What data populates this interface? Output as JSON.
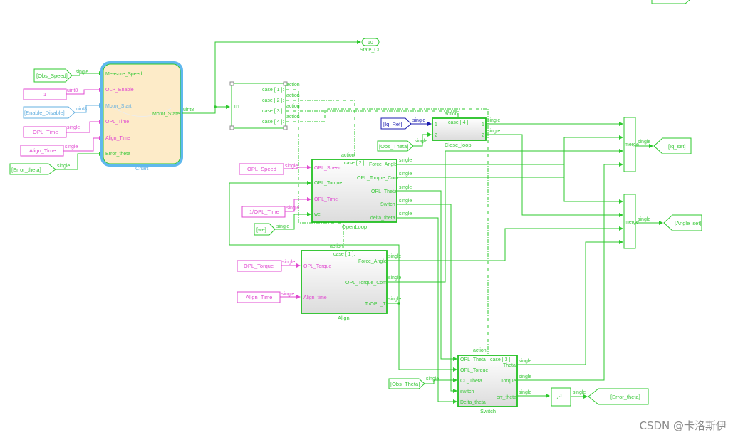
{
  "colors": {
    "signal_green": "#2dc82d",
    "constant_pink": "#e04ad0",
    "goto_blue": "#66b0e0",
    "ref_navy": "#1d1db0",
    "chart_fill": "#fdebc8",
    "chart_border": "#5fb8ee"
  },
  "chart_block": {
    "name": "Chart",
    "inputs": [
      "Measure_Speed",
      "OLP_Enable",
      "Motor_Start",
      "OPL_Time",
      "Align_Time",
      "Error_theta"
    ],
    "output": "Motor_State",
    "output_type": "uint8"
  },
  "chart_sources": [
    {
      "label": "[Obs_Speed]",
      "type": "single"
    },
    {
      "label": "1",
      "type": "uint8"
    },
    {
      "label": "[Enable_Disable]",
      "type": "uint8"
    },
    {
      "label": "OPL_Time",
      "type": "single"
    },
    {
      "label": "Align_Time",
      "type": "single"
    },
    {
      "label": "[Error_theta]",
      "type": "single"
    }
  ],
  "state_out": {
    "value": "10",
    "name": "State_CL"
  },
  "switch_case": {
    "input": "u1",
    "cases": [
      "case [ 1 ]:",
      "case [ 2 ]:",
      "case [ 3 ]:",
      "case [ 4 ]:"
    ],
    "action_label": "action"
  },
  "close_loop": {
    "name": "Close_loop",
    "case": "case [ 4 ]:",
    "in_ports": [
      "1",
      "2"
    ],
    "out_ports": [
      "1",
      "2"
    ],
    "sources": [
      {
        "label": "[Iq_Ref]",
        "type": "single"
      },
      {
        "label": "[Obs_Theta]",
        "type": "single"
      }
    ]
  },
  "open_loop": {
    "name": "OpenLoop",
    "case": "case [ 2 ]:",
    "inputs": [
      "OPL_Speed",
      "OPL_Torque",
      "OPL_Time",
      "we"
    ],
    "outputs": [
      "Force_Angle",
      "OPL_Torque_Com",
      "OPL_Theta",
      "Switch",
      "delta_theta"
    ],
    "sources": [
      {
        "label": "OPL_Speed",
        "type": "single"
      },
      {
        "label": "1/OPL_Time",
        "type": "single"
      },
      {
        "label": "[we]",
        "type": "single"
      }
    ]
  },
  "align": {
    "name": "Align",
    "case": "case [ 1 ]:",
    "inputs": [
      "OPL_Torque",
      "Align_time"
    ],
    "outputs": [
      "Force_Angle",
      "OPL_Torque_Com",
      "ToOPL_T"
    ],
    "sources": [
      {
        "label": "OPL_Torque",
        "type": "single"
      },
      {
        "label": "Align_Time",
        "type": "single"
      }
    ]
  },
  "switch_block": {
    "name": "Switch",
    "case": "case [ 3 ]:",
    "inputs": [
      "OPL_Theta",
      "OPL_Torque",
      "CL_Theta",
      "switch",
      "Delta_theta"
    ],
    "outputs": [
      "Theta",
      "Torque",
      "err_theta"
    ],
    "source": {
      "label": "[Obs_Theta]",
      "type": "single"
    }
  },
  "delay": {
    "label": "z",
    "exponent": "-1",
    "type": "single",
    "target": "[Error_theta]"
  },
  "merges": [
    {
      "label": "merge",
      "type": "single",
      "target": "[Iq_set]"
    },
    {
      "label": "merge",
      "type": "single",
      "target": "[Angle_set]"
    }
  ],
  "signal_type": "single",
  "watermark": "CSDN @卡洛斯伊"
}
